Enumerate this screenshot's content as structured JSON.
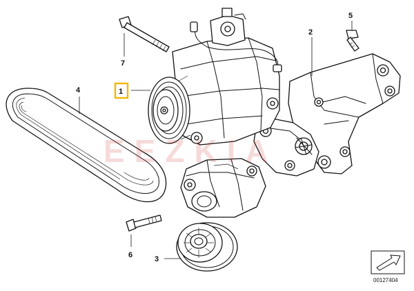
{
  "diagram": {
    "callouts": [
      {
        "id": "1",
        "label": "1",
        "highlighted": true
      },
      {
        "id": "2",
        "label": "2",
        "highlighted": false
      },
      {
        "id": "3",
        "label": "3",
        "highlighted": false
      },
      {
        "id": "4",
        "label": "4",
        "highlighted": false
      },
      {
        "id": "5",
        "label": "5",
        "highlighted": false
      },
      {
        "id": "6",
        "label": "6",
        "highlighted": false
      },
      {
        "id": "7",
        "label": "7",
        "highlighted": false
      }
    ],
    "highlight_color": "#f2b705",
    "document_number": "00127404",
    "watermark_text": "EEZKIA"
  }
}
